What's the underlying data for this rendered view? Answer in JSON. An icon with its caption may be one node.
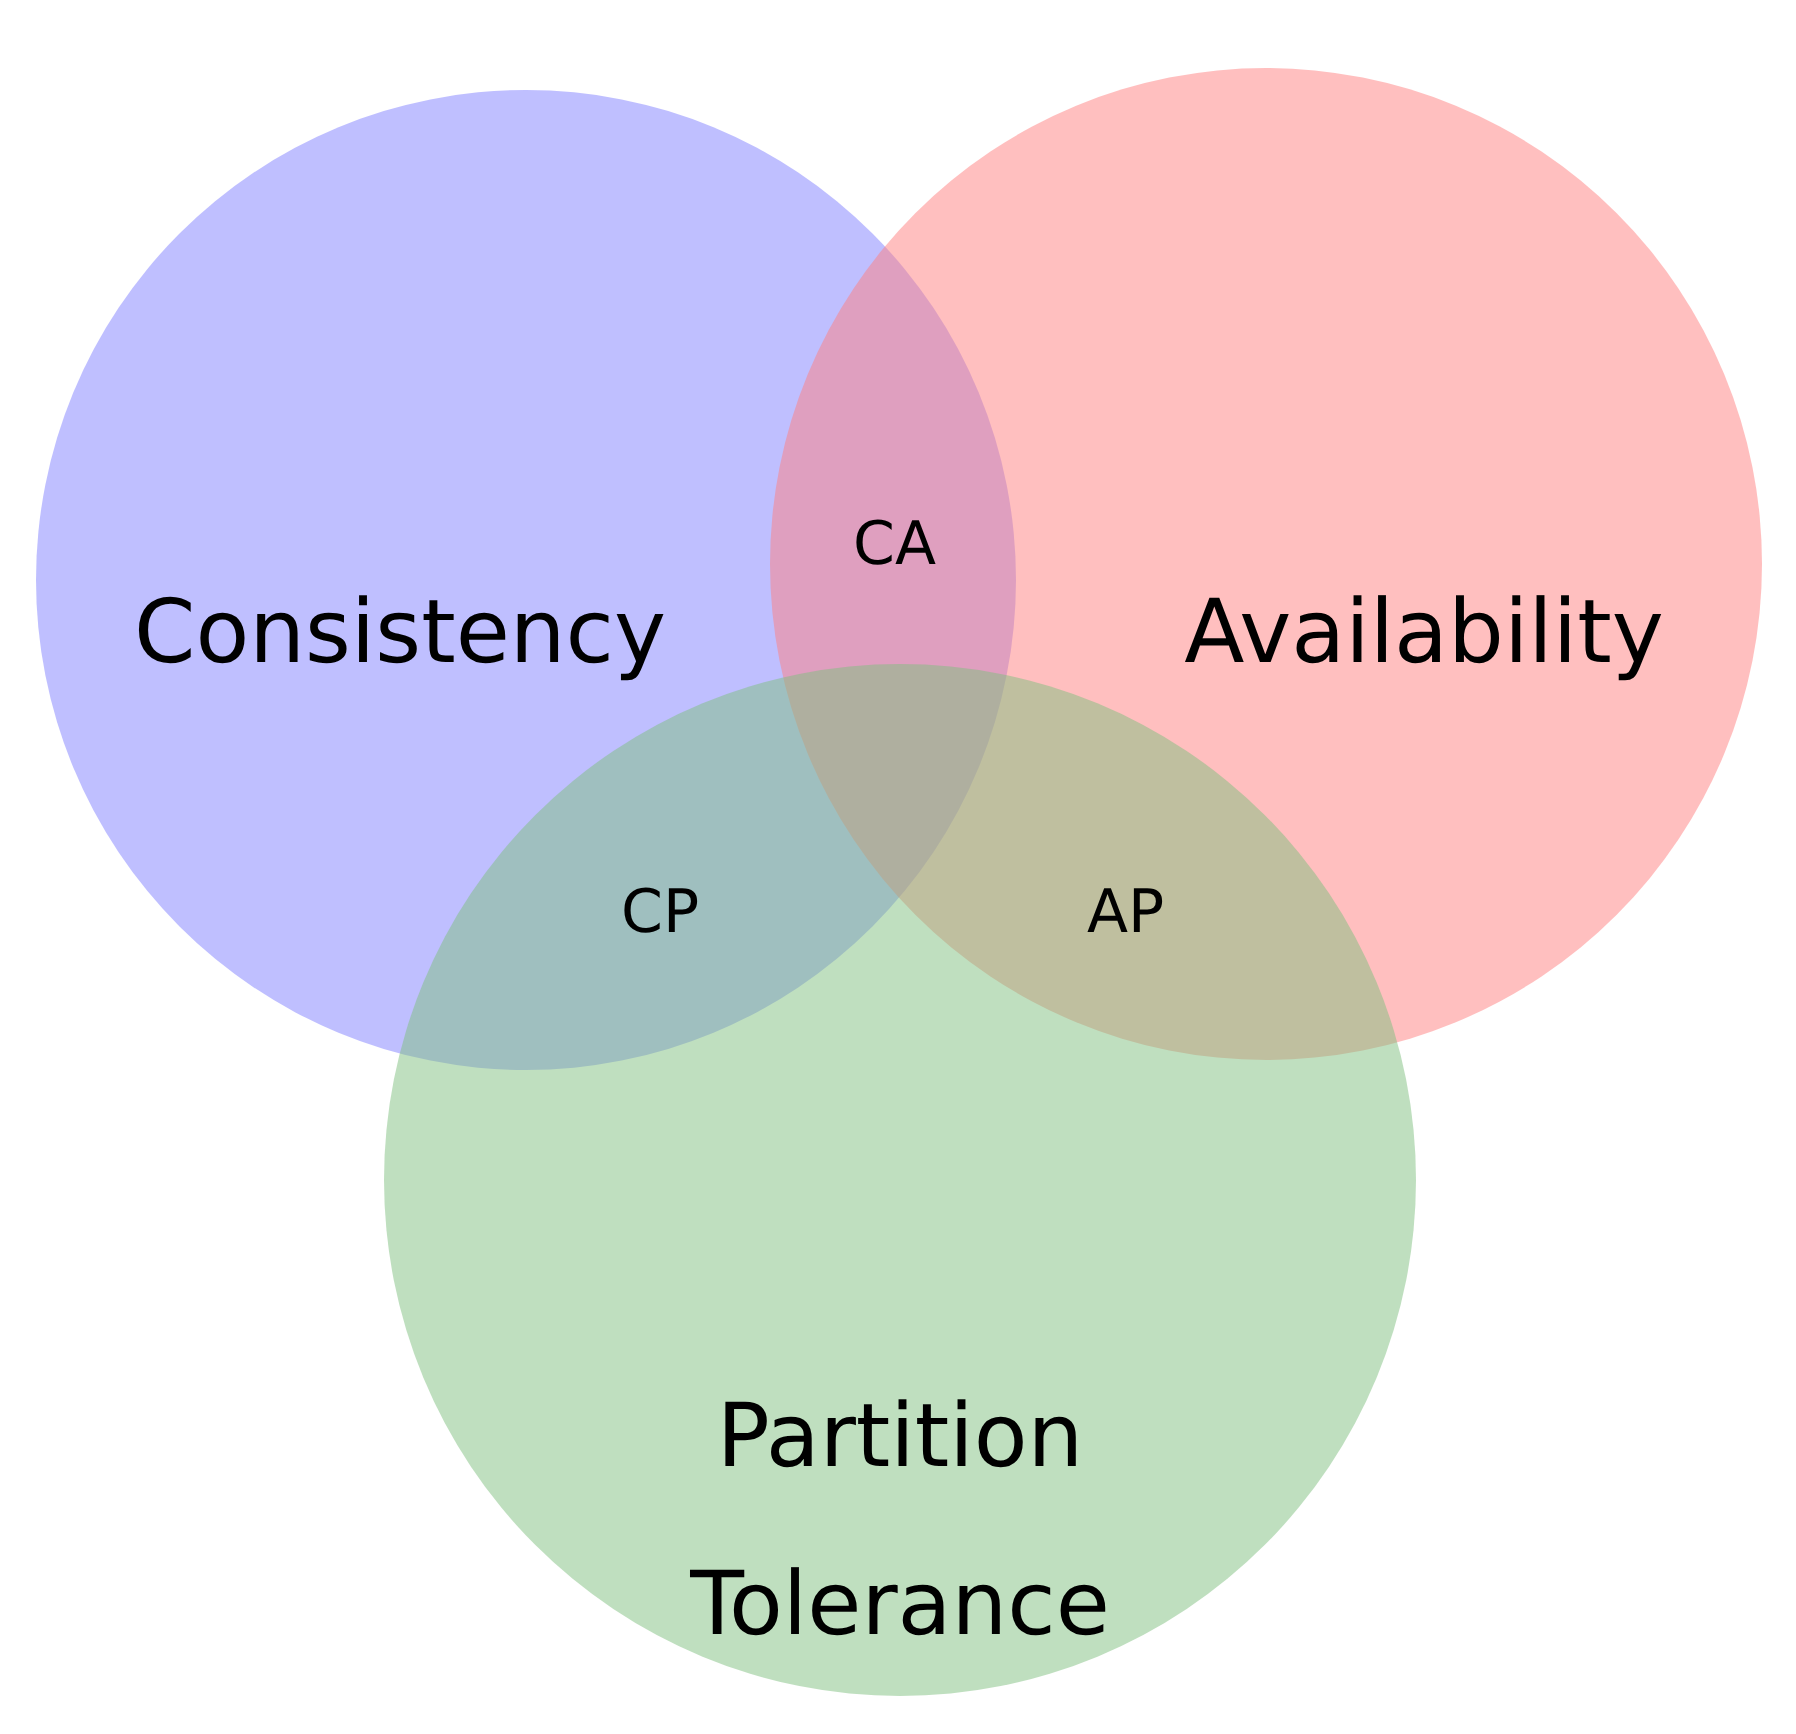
{
  "diagram": {
    "nodes": [
      {
        "text": [
          "Consistency"
        ]
      },
      {
        "text": [
          "Availability"
        ]
      },
      {
        "text": [
          "Partition Tolerance"
        ]
      }
    ],
    "labels": [
      "CA",
      "CP",
      "AP"
    ]
  }
}
